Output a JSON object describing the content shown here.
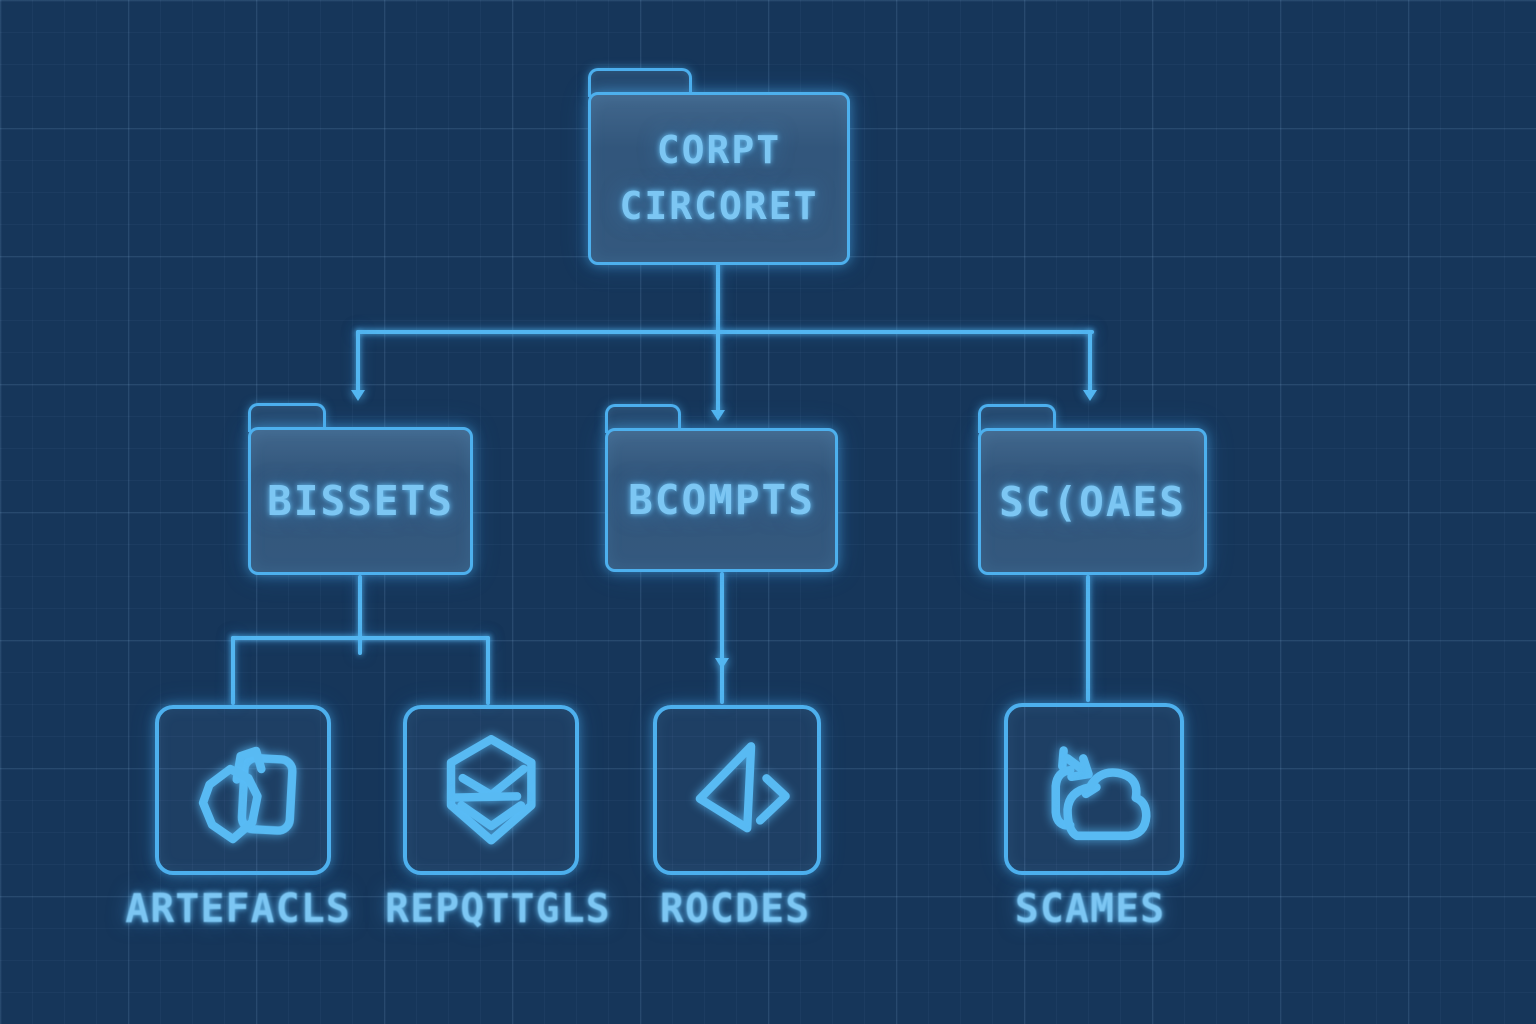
{
  "diagram": {
    "title": "folder hierarchy blueprint",
    "root": {
      "label_line1": "CORPT",
      "label_line2": "CIRCORET"
    },
    "level2": [
      {
        "id": "bissets",
        "label": "BISSETS"
      },
      {
        "id": "bcompts",
        "label": "BCOMPTS"
      },
      {
        "id": "scoaes",
        "label": "SC(OAES"
      }
    ],
    "leaves": [
      {
        "label": "ARTEFACLS",
        "icon": "documents-icon"
      },
      {
        "label": "REPQTTGLS",
        "icon": "package-hexagon-icon"
      },
      {
        "label": "ROCDES",
        "icon": "code-brackets-icon"
      },
      {
        "label": "SCAMES",
        "icon": "cloud-share-icon"
      }
    ]
  },
  "colors": {
    "background": "#16365a",
    "grid_line": "#24476b",
    "stroke_glow_blue": "#4db0ee",
    "line_blue": "#53b6f1",
    "text_blue": "#7cc6f3",
    "folder_fill": "#24476c"
  }
}
